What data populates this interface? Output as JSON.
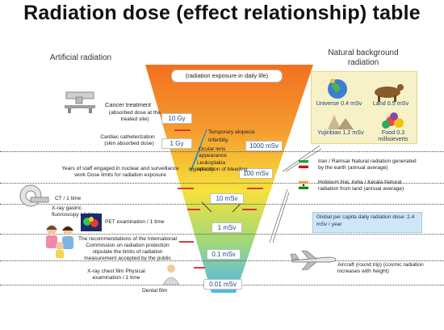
{
  "title": "Radiation dose (effect relationship) table",
  "left_heading": "Artificial radiation",
  "right_heading": "Natural background radiation",
  "funnel_label": "(radiation exposure in daily life)",
  "scale": [
    "10 Gy",
    "1 Gy",
    "1000 mSv",
    "100 mSv",
    "10 mSv",
    "1 mSv",
    "0.1 mSv",
    "0.01 mSv"
  ],
  "effects": [
    "Temporary alopecia",
    "Infertility",
    "Ocular lens appearance",
    "Leukoplakia opacity",
    "Hypofunction of bleeding"
  ],
  "left_items": {
    "cancer": "Cancer treatment",
    "cancer_sub": "(absorbed dose at the treated site)",
    "cardiac": "Cardiac catheterization",
    "cardiac_sub": "(skin absorbed dose)",
    "staff": "Years of staff engaged in nuclear and surveillance work Dose limits for radiation exposure",
    "ct": "CT / 1 time",
    "xray_gastric": "X-ray gastric fluoroscopy / 1 time",
    "pet": "PET examination / 1 time",
    "icrp": "The recommendations of the International Commission on radiation protection stipulate the limits of radiation measurement accepted by the public",
    "chest": "X-ray chest film Physical examination / 1 time",
    "dental": "Dental film"
  },
  "natural": {
    "universe": "Universe 0.4 mSv",
    "land": "Land 0.5 mSv",
    "yujinbiao": "Yujinbiao 1.2 mSv",
    "food": "Food 0.3 millisieverts"
  },
  "right_items": {
    "iran": "Iran / Ramsar Natural radiation generated by the earth (annual average)",
    "india": "Holmium Nai, India / Kerala Natural radiation from land (annual average)",
    "global": "Global per capita daily radiation dose: 2.4 mSv / year",
    "aircraft": "Aircraft (round trip) (cosmic radiation increases with height)"
  },
  "colors": {
    "funnel_top": "#f47d2a",
    "funnel_mid": "#f7e23b",
    "funnel_bottom": "#5fc2f0",
    "scale_text": "#1a4b8c",
    "marker_red": "#d63a3a"
  }
}
